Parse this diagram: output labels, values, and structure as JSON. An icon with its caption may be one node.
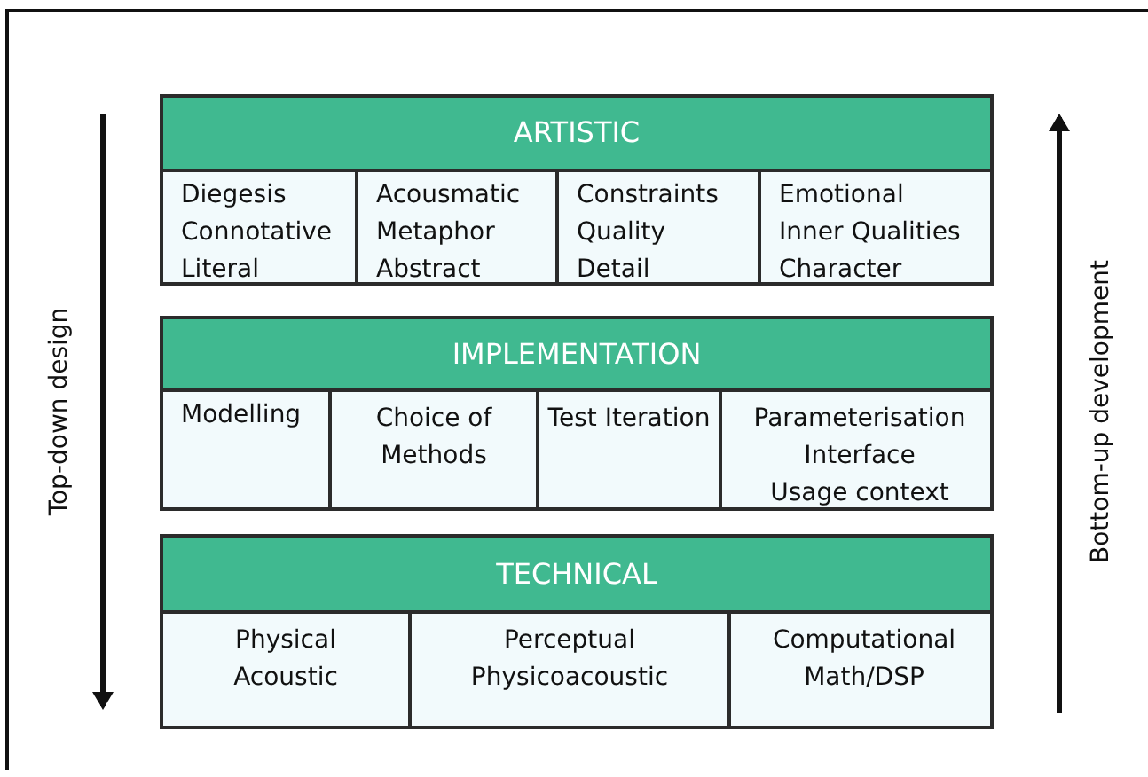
{
  "diagram": {
    "nodes": [
      {
        "text": [
          "ARTISTIC"
        ]
      },
      {
        "text": [
          "Diegesis",
          "Connotative",
          "Literal"
        ],
        "in": 0
      },
      {
        "text": [
          "Acousmatic",
          "Metaphor",
          "Abstract"
        ],
        "in": 0
      },
      {
        "text": [
          "Constraints",
          "Quality",
          "Detail"
        ],
        "in": 0
      },
      {
        "text": [
          "Emotional",
          "Inner Qualities",
          "Character"
        ],
        "in": 0
      },
      {
        "text": [
          "IMPLEMENTATION"
        ]
      },
      {
        "text": [
          "Modelling"
        ],
        "in": 5
      },
      {
        "text": [
          "Choice of Methods"
        ],
        "in": 5
      },
      {
        "text": [
          "Test Iteration"
        ],
        "in": 5
      },
      {
        "text": [
          "Parameterisation",
          "Interface",
          "Usage context"
        ],
        "in": 5
      },
      {
        "text": [
          "TECHNICAL"
        ]
      },
      {
        "text": [
          "Physical",
          "Acoustic"
        ],
        "in": 10
      },
      {
        "text": [
          "Perceptual",
          "Physicoacoustic"
        ],
        "in": 10
      },
      {
        "text": [
          "Computational",
          "Math/DSP"
        ],
        "in": 10
      }
    ],
    "labels": [
      "Top-down design",
      "Bottom-up development"
    ]
  }
}
